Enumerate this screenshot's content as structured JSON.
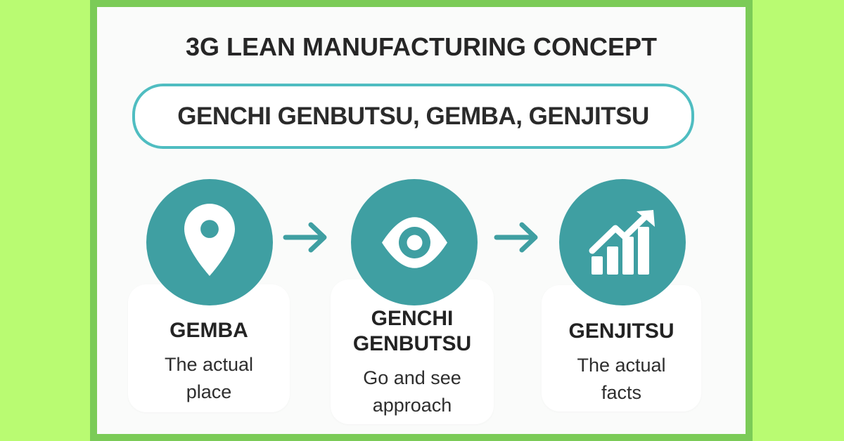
{
  "colors": {
    "background_lime": "#b9fb72",
    "frame_green": "#7bcb57",
    "canvas_offwhite": "#fafbfa",
    "teal": "#3f9fa2",
    "pill_border_teal": "#4fbdc1",
    "card_white": "#ffffff",
    "text_dark": "#262626"
  },
  "header": {
    "title": "3G LEAN MANUFACTURING CONCEPT"
  },
  "pill": {
    "label": "GENCHI GENBUTSU, GEMBA, GENJITSU"
  },
  "flow": {
    "arrow_icon": "arrow-right-icon"
  },
  "steps": [
    {
      "icon": "location-pin-icon",
      "title": "GEMBA",
      "description": "The actual place"
    },
    {
      "icon": "eye-icon",
      "title": "GENCHI GENBUTSU",
      "description": "Go and see approach"
    },
    {
      "icon": "growth-bar-chart-icon",
      "title": "GENJITSU",
      "description": "The actual facts"
    }
  ]
}
